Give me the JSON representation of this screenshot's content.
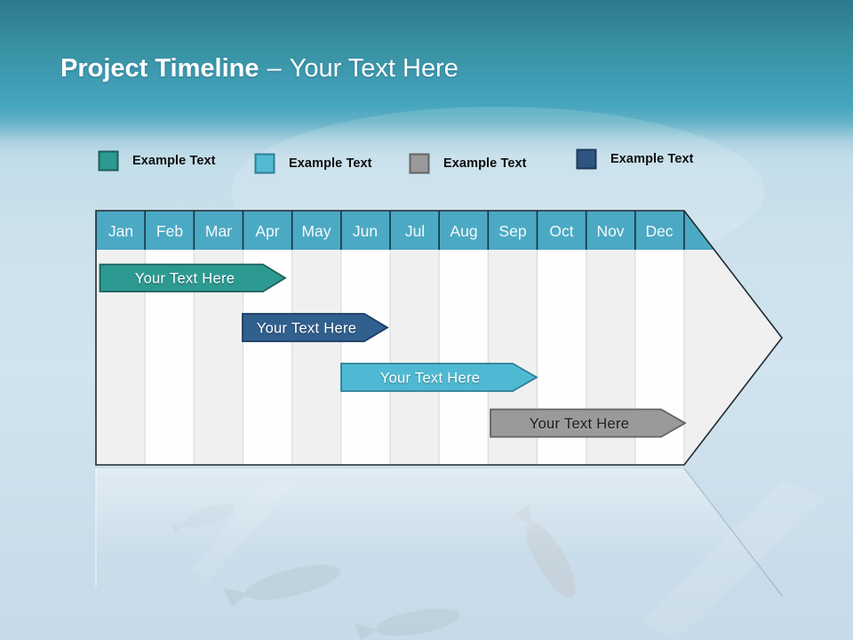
{
  "title": {
    "primary": "Project Timeline",
    "separator": "–",
    "secondary": "Your Text Here"
  },
  "legend": {
    "items": [
      {
        "label": "Example Text",
        "color": "#2D9A92",
        "border": "#1D5F5B"
      },
      {
        "label": "Example Text",
        "color": "#54BAD3",
        "border": "#2D7F96"
      },
      {
        "label": "Example Text",
        "color": "#9A9A9A",
        "border": "#636363"
      },
      {
        "label": "Example Text",
        "color": "#2E5480",
        "border": "#1C3A5C"
      }
    ]
  },
  "timeline": {
    "header_color": "#4CA9C4",
    "months": [
      "Jan",
      "Feb",
      "Mar",
      "Apr",
      "May",
      "Jun",
      "Jul",
      "Aug",
      "Sep",
      "Oct",
      "Nov",
      "Dec"
    ],
    "bars": [
      {
        "label": "Your Text Here",
        "fill": "#2D9A92",
        "border": "#1D5F5B",
        "text_color": "#FFFFFF",
        "start_month": "Jan",
        "end_month": "Apr"
      },
      {
        "label": "Your Text Here",
        "fill": "#315F8E",
        "border": "#1A3C63",
        "text_color": "#FFFFFF",
        "start_month": "Apr",
        "end_month": "Jun"
      },
      {
        "label": "Your Text Here",
        "fill": "#4FB9D3",
        "border": "#2D7F96",
        "text_color": "#FFFFFF",
        "start_month": "Jun",
        "end_month": "Sep"
      },
      {
        "label": "Your Text Here",
        "fill": "#9A9A9A",
        "border": "#636363",
        "text_color": "#1A1A1A",
        "start_month": "Sep",
        "end_month": "Dec"
      }
    ]
  }
}
